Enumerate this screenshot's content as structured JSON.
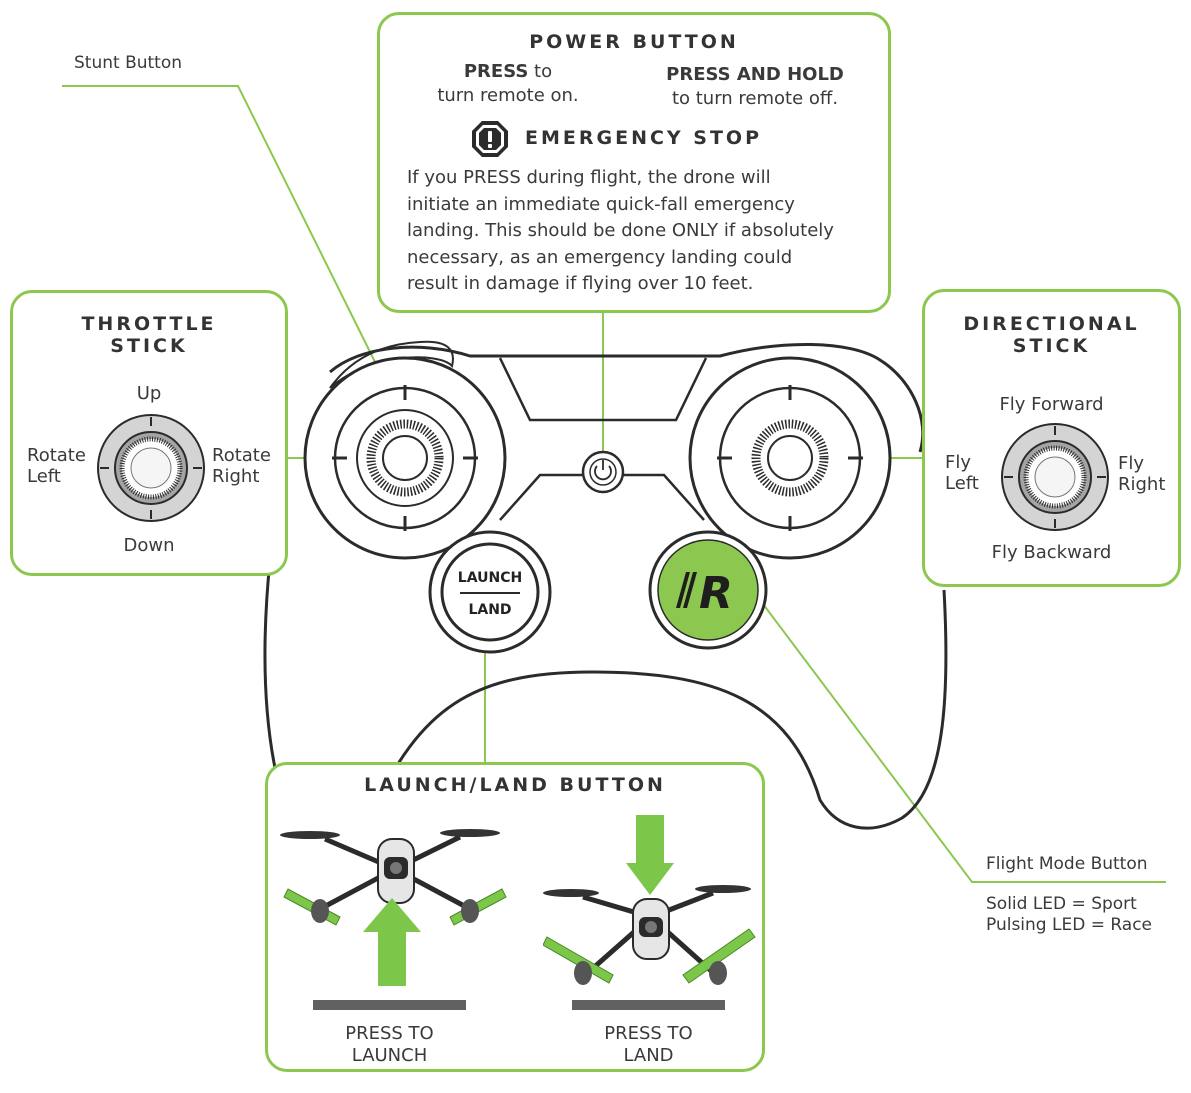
{
  "power": {
    "title": "POWER BUTTON",
    "press_bold": "PRESS",
    "press_rest": " to",
    "press_line2": "turn remote on.",
    "hold_bold": "PRESS AND HOLD",
    "hold_line2": "to turn remote off.",
    "emergency_title": "EMERGENCY STOP",
    "emergency_lines": [
      "If you PRESS during flight, the drone will",
      "initiate an immediate quick-fall emergency",
      "landing. This should be done ONLY if absolutely",
      "necessary, as an emergency landing could",
      "result in damage if flying over 10 feet."
    ]
  },
  "stunt": {
    "label": "Stunt Button"
  },
  "throttle": {
    "title_line1": "THROTTLE",
    "title_line2": "STICK",
    "up": "Up",
    "down": "Down",
    "left_line1": "Rotate",
    "left_line2": "Left",
    "right_line1": "Rotate",
    "right_line2": "Right"
  },
  "directional": {
    "title_line1": "DIRECTIONAL",
    "title_line2": "STICK",
    "up": "Fly Forward",
    "down": "Fly Backward",
    "left_line1": "Fly",
    "left_line2": "Left",
    "right_line1": "Fly",
    "right_line2": "Right"
  },
  "controller": {
    "launch_top": "LAUNCH",
    "launch_bottom": "LAND",
    "mode_logo": "R"
  },
  "flight_mode": {
    "label": "Flight Mode Button",
    "line1": "Solid LED = Sport",
    "line2": "Pulsing LED = Race"
  },
  "launch_land": {
    "title": "LAUNCH/LAND BUTTON",
    "launch_line1": "PRESS TO",
    "launch_line2": "LAUNCH",
    "land_line1": "PRESS TO",
    "land_line2": "LAND"
  },
  "colors": {
    "accent": "#8cc850",
    "arrow": "#7cc64a",
    "outline": "#2b2b2b",
    "ground": "#616161"
  }
}
